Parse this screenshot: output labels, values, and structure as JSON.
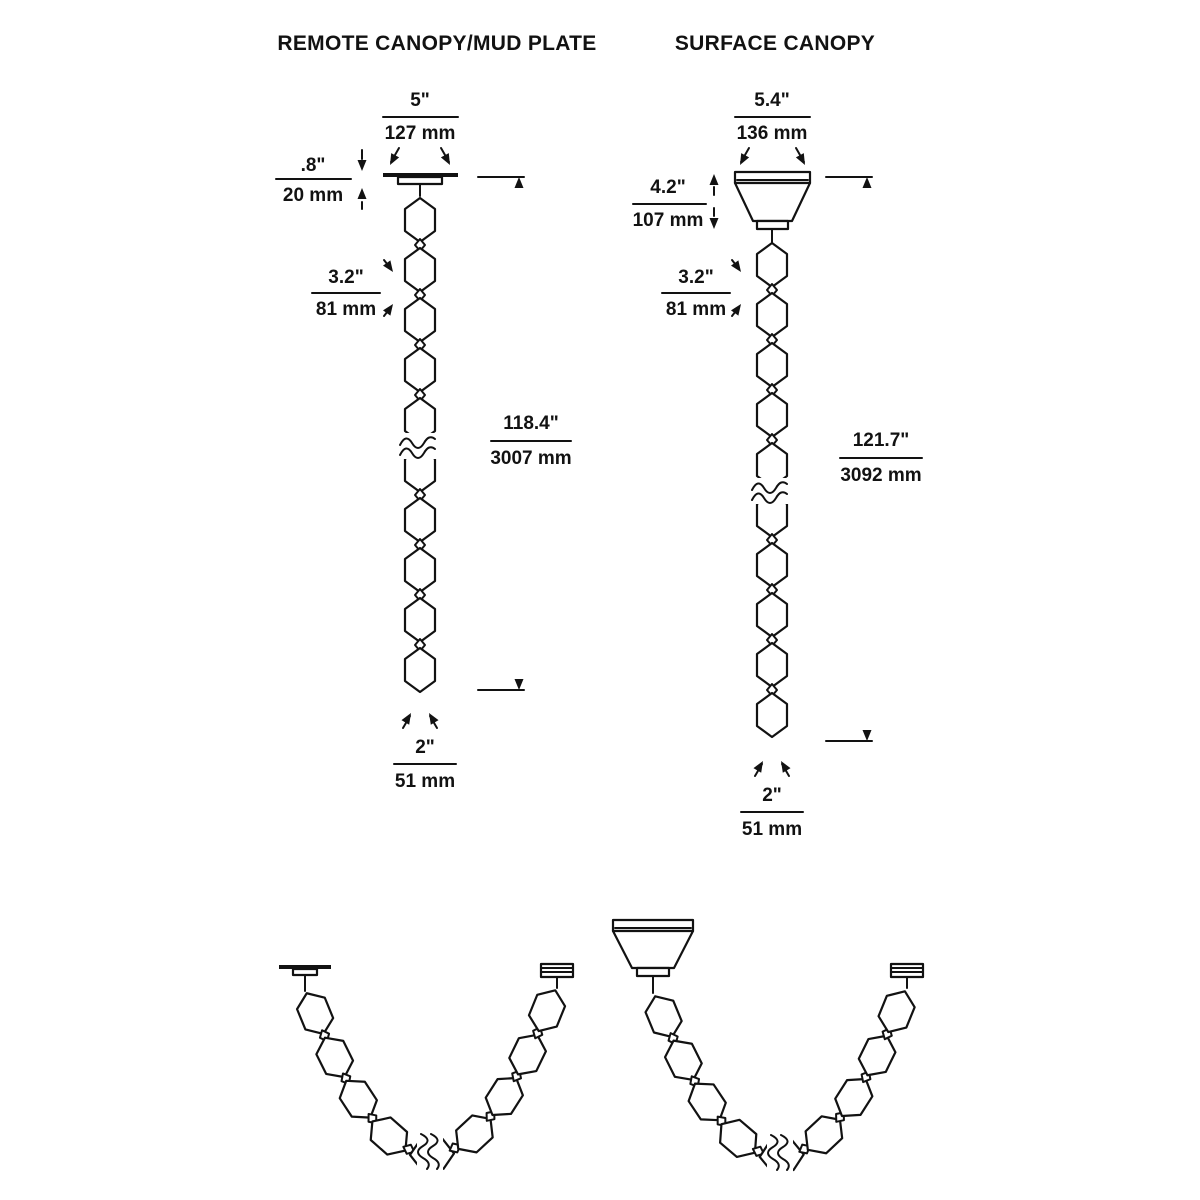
{
  "colors": {
    "ink": "#121212",
    "background": "#ffffff"
  },
  "diagrams": {
    "remote": {
      "title": "REMOTE CANOPY/MUD PLATE",
      "dims": {
        "width": {
          "in": "5\"",
          "mm": "127 mm"
        },
        "plate": {
          "in": ".8\"",
          "mm": "20 mm"
        },
        "link": {
          "in": "3.2\"",
          "mm": "81 mm"
        },
        "overall": {
          "in": "118.4\"",
          "mm": "3007 mm"
        },
        "bottom": {
          "in": "2\"",
          "mm": "51 mm"
        }
      }
    },
    "surface": {
      "title": "SURFACE CANOPY",
      "dims": {
        "width": {
          "in": "5.4\"",
          "mm": "136 mm"
        },
        "canopy": {
          "in": "4.2\"",
          "mm": "107 mm"
        },
        "link": {
          "in": "3.2\"",
          "mm": "81 mm"
        },
        "overall": {
          "in": "121.7\"",
          "mm": "3092 mm"
        },
        "bottom": {
          "in": "2\"",
          "mm": "51 mm"
        }
      }
    }
  }
}
